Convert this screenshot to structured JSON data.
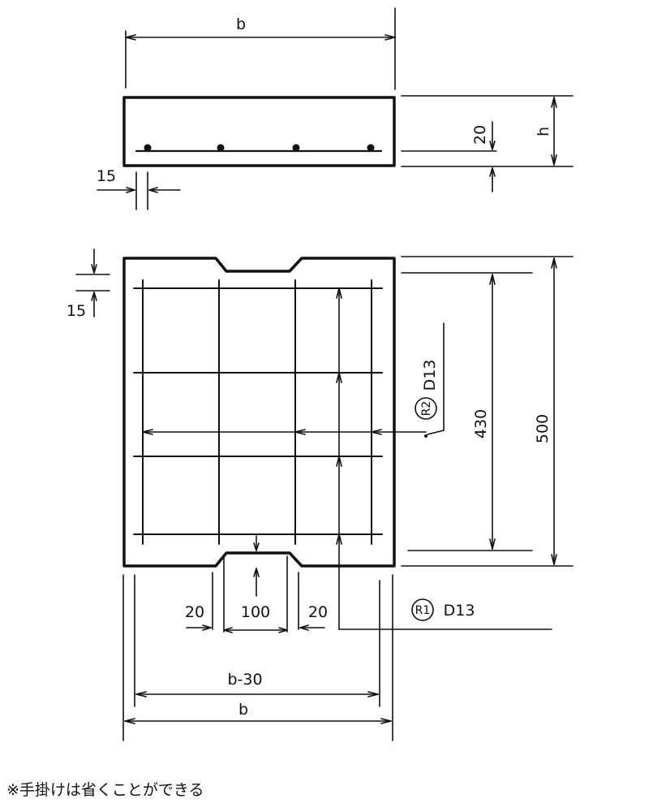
{
  "top_view": {
    "width_label": "b",
    "height_label": "h",
    "cover_label": "20",
    "edge_label": "15"
  },
  "plan_view": {
    "edge_label": "15",
    "bar_length_label": "430",
    "total_length_label": "500",
    "bar_r2_mark": "R2",
    "bar_r2_size": "D13",
    "bar_r1_mark": "R1",
    "bar_r1_size": "D13",
    "notch_side_left": "20",
    "notch_width": "100",
    "notch_side_right": "20",
    "inner_width_label": "b-30",
    "outer_width_label": "b"
  },
  "note": "※手掛けは省くことができる"
}
